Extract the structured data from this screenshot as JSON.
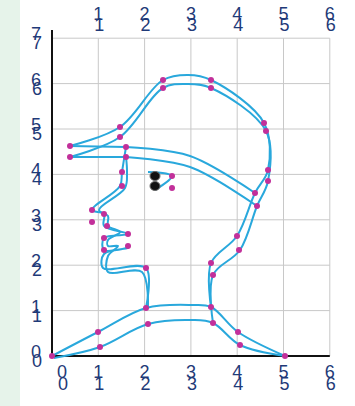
{
  "diagram": {
    "labels": [
      "1",
      "1",
      "2",
      "2",
      "3",
      "3",
      "4",
      "4",
      "5",
      "5",
      "6",
      "6",
      "7",
      "7",
      "6",
      "6",
      "5",
      "5",
      "4",
      "4",
      "3",
      "3",
      "2",
      "2",
      "1",
      "1",
      "0",
      "0",
      "0",
      "0",
      "1",
      "1",
      "2",
      "2",
      "3",
      "3",
      "4",
      "4",
      "5",
      "5",
      "6",
      "6"
    ]
  }
}
